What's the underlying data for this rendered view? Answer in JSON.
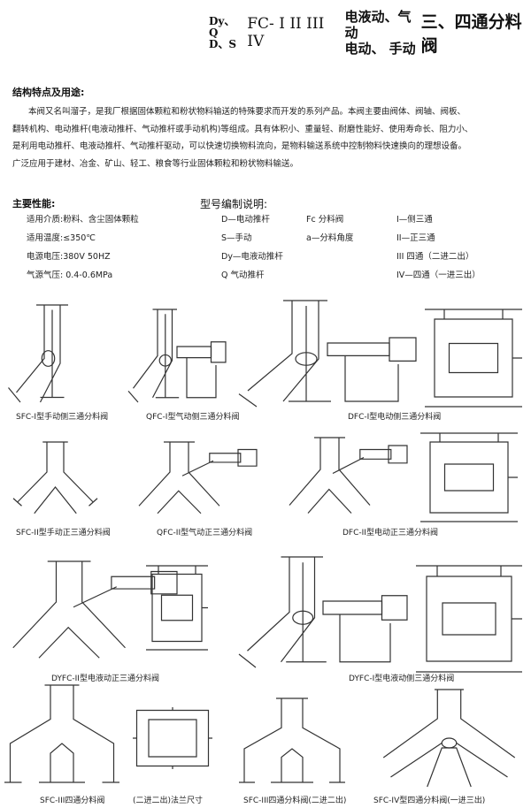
{
  "title": {
    "prefix_top": "Dy、Q",
    "prefix_bottom": "D、S",
    "model": "FC- I  II III IV",
    "drive_top": "电液动、气动",
    "drive_bottom": "电动、  手动",
    "suffix": "三、四通分料阀"
  },
  "features": {
    "heading": "结构特点及用途:",
    "lines": [
      "本阀又名叫溜子，是我厂根据固体颗粒和粉状物料输送的特殊要求而开发的系列产品。本阀主要由阀体、阀轴、阀板、",
      "翻转机构、电动推杆(电液动推杆、气动推杆或手动机构)等组成。具有体积小、重量轻、耐磨性能好、使用寿命长、阻力小、",
      "是利用电动推杆、电液动推杆、气动推杆驱动，可以快速切换物料流向，是物料输送系统中控制物料快速换向的理想设备。",
      "广泛应用于建材、冶金、矿山、轻工、粮食等行业固体颗粒和粉状物料输送。"
    ]
  },
  "performance": {
    "heading": "主要性能:",
    "items": [
      "适用介质:粉料、含尘固体颗粒",
      "适用温度:≤350℃",
      "电源电压:380V  50HZ",
      "气源气压: 0.4-0.6MPa"
    ]
  },
  "model_code": {
    "heading": "型号编制说明:",
    "col1": [
      "D—电动推杆",
      "S—手动",
      "Dy—电液动推杆",
      "Q  气动推杆"
    ],
    "col2": [
      "Fc  分料阀",
      "a—分料角度"
    ],
    "col3": [
      "I—侧三通",
      "II—正三通",
      "III  四通（二进二出）",
      "IV—四通（一进三出）"
    ]
  },
  "captions": [
    "SFC-I型手动侧三通分料阀",
    "QFC-I型气动侧三通分料阀",
    "DFC-I型电动侧三通分料阀",
    "SFC-II型手动正三通分料阀",
    "QFC-II型气动正三通分料阀",
    "DFC-II型电动正三通分料阀",
    "DYFC-II型电液动正三通分料阀",
    "DYFC-I型电液动侧三通分料阀",
    "SFC-III四通分料阀",
    "(二进二出)法兰尺寸",
    "SFC-III四通分料阀(二进二出)",
    "SFC-IV型四通分料阀(一进三出)"
  ]
}
